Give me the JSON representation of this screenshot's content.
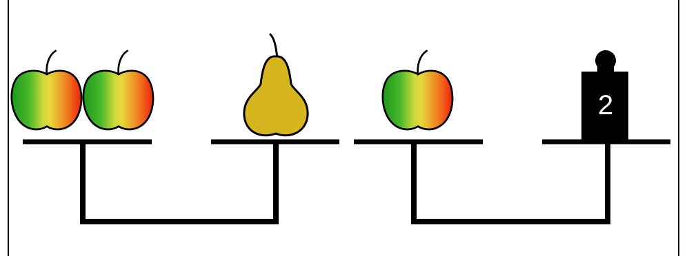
{
  "diagram": {
    "scales": [
      {
        "left_pan": [
          "apple",
          "apple"
        ],
        "right_pan": [
          "pear"
        ]
      },
      {
        "left_pan": [
          "apple"
        ],
        "right_pan": [
          "weight"
        ]
      }
    ],
    "weight": {
      "label": "2"
    },
    "colors": {
      "beam": "#000000",
      "background": "#ffffff",
      "apple_green": "#22a81e",
      "apple_yellow": "#d9dc3a",
      "apple_red": "#ee2a10",
      "pear": "#d7b51f",
      "weight_body": "#000000",
      "weight_label": "#ffffff"
    }
  }
}
